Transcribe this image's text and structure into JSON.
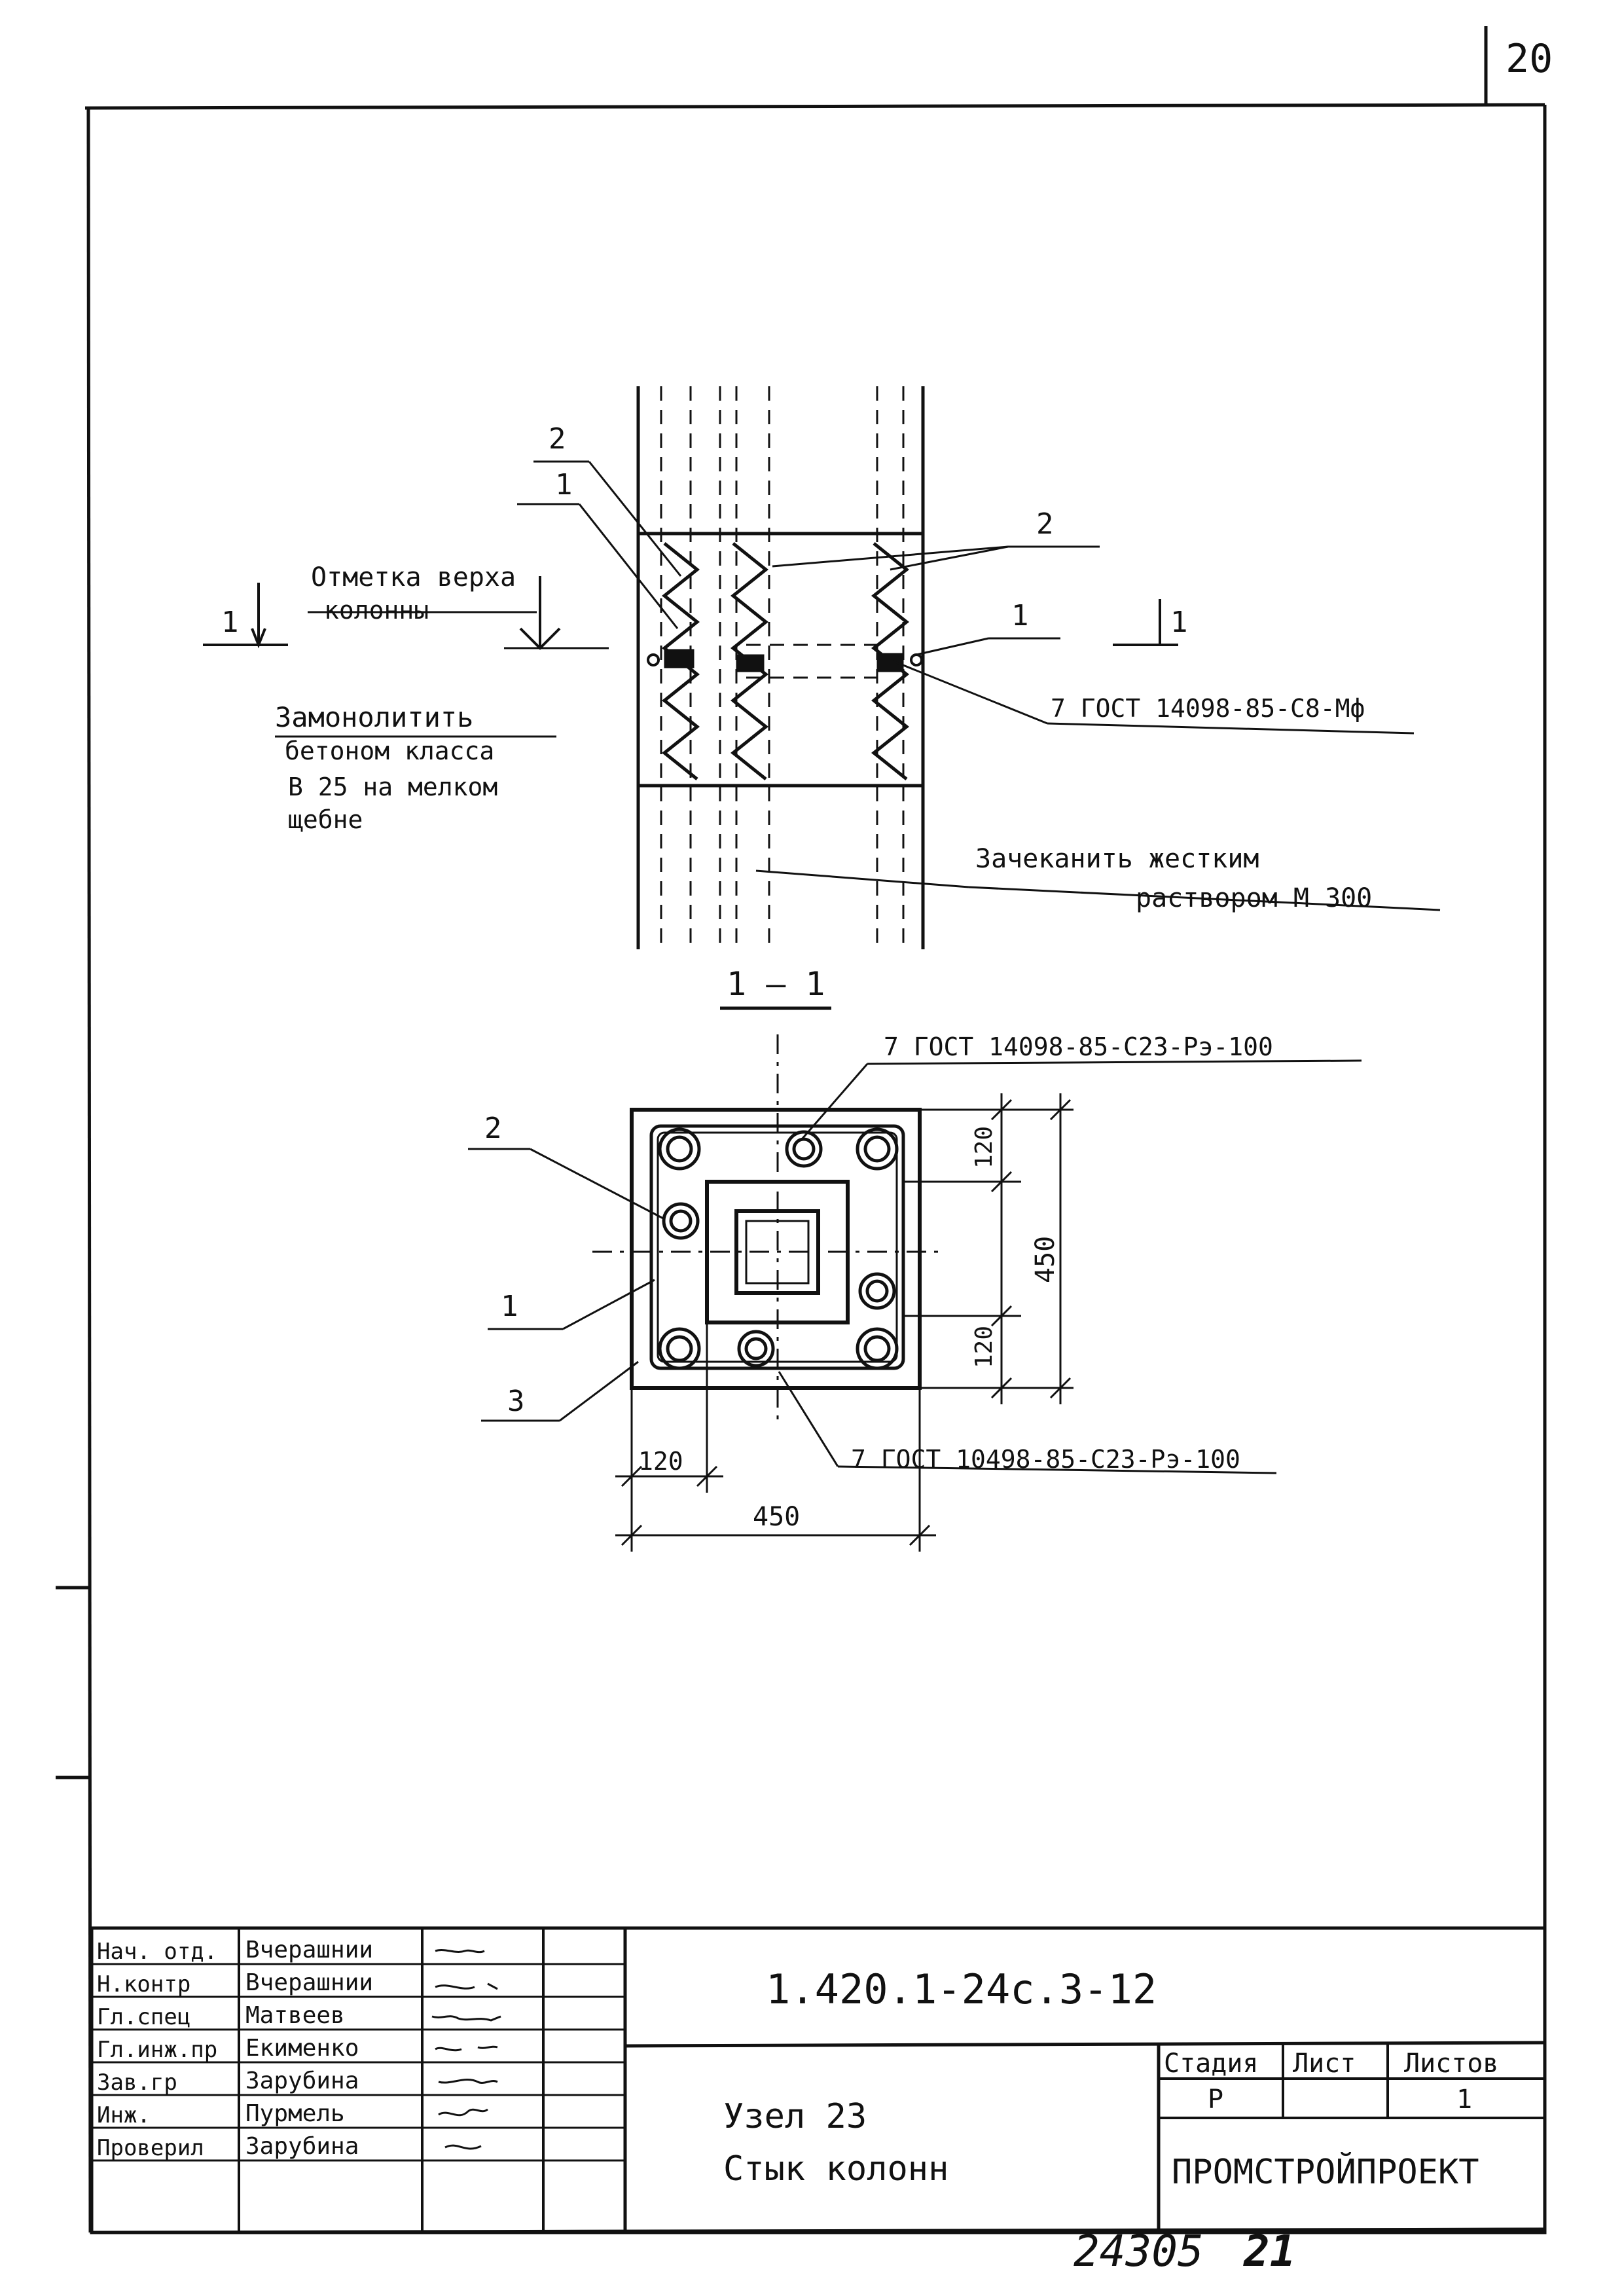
{
  "page_number": "20",
  "elevation": {
    "callouts": [
      "2",
      "1",
      "2",
      "1"
    ],
    "note_top_mark": [
      "Отметка верха",
      "колонны"
    ],
    "note_concrete": [
      "Замонолитить",
      "бетоном класса",
      "В 25 на мелком",
      "щебне"
    ],
    "note_caulk": [
      "Зачеканить жестким",
      "раствором  М 300"
    ],
    "weld_note": "7 ГОСТ 14098-85-С8-Мф",
    "section_mark_label": "1"
  },
  "section": {
    "title": "1 — 1",
    "weld_note_top": "7 ГОСТ 14098-85-С23-Рэ-100",
    "weld_note_bottom": "7 ГОСТ 10498-85-С23-Рэ-100",
    "callouts": [
      "2",
      "1",
      "3"
    ],
    "dims": {
      "right_top": "120",
      "right_total": "450",
      "right_bottom": "120",
      "bottom_left": "120",
      "bottom_total": "450"
    }
  },
  "title_block": {
    "roles": [
      "Нач. отд.",
      "Н.контр",
      "Гл.спец",
      "Гл.инж.пр",
      "Зав.гр",
      "Инж.",
      "Проверил"
    ],
    "names": [
      "Вчерашнии",
      "Вчерашнии",
      "Матвеев",
      "Екименко",
      "Зарубина",
      "Пурмель",
      "Зарубина"
    ],
    "doc_code": "1.420.1-24с.3-12",
    "subtitle_1": "Узел 23",
    "subtitle_2": "Стык колонн",
    "stage_header": "Стадия",
    "sheet_header": "Лист",
    "sheets_header": "Листов",
    "stage_value": "Р",
    "sheet_value": "",
    "sheets_value": "1",
    "organization": "ПРОМСТРОЙПРОЕКТ"
  },
  "stamp": "24305",
  "stamp_suffix": "21",
  "colors": {
    "ink": "#111111",
    "paper": "#ffffff"
  }
}
